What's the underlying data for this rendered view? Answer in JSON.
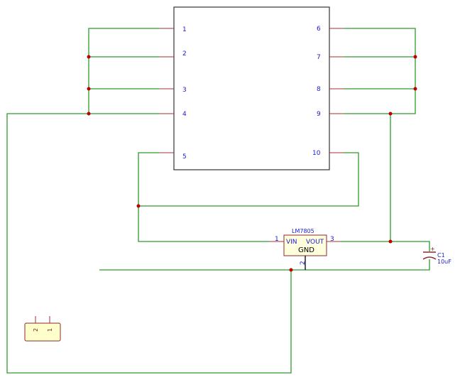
{
  "ic": {
    "pins_left": [
      "1",
      "2",
      "3",
      "4",
      "5"
    ],
    "pins_right": [
      "6",
      "7",
      "8",
      "9",
      "10"
    ]
  },
  "regulator": {
    "name": "LM7805",
    "vin_label": "VIN",
    "vout_label": "VOUT",
    "gnd_label": "GND",
    "pin_vin": "1",
    "pin_vout": "3",
    "pin_gnd": "2"
  },
  "capacitor": {
    "ref": "C1",
    "value": "10uF",
    "polarity": "+"
  },
  "connector": {
    "pin_a": "2",
    "pin_b": "1"
  }
}
